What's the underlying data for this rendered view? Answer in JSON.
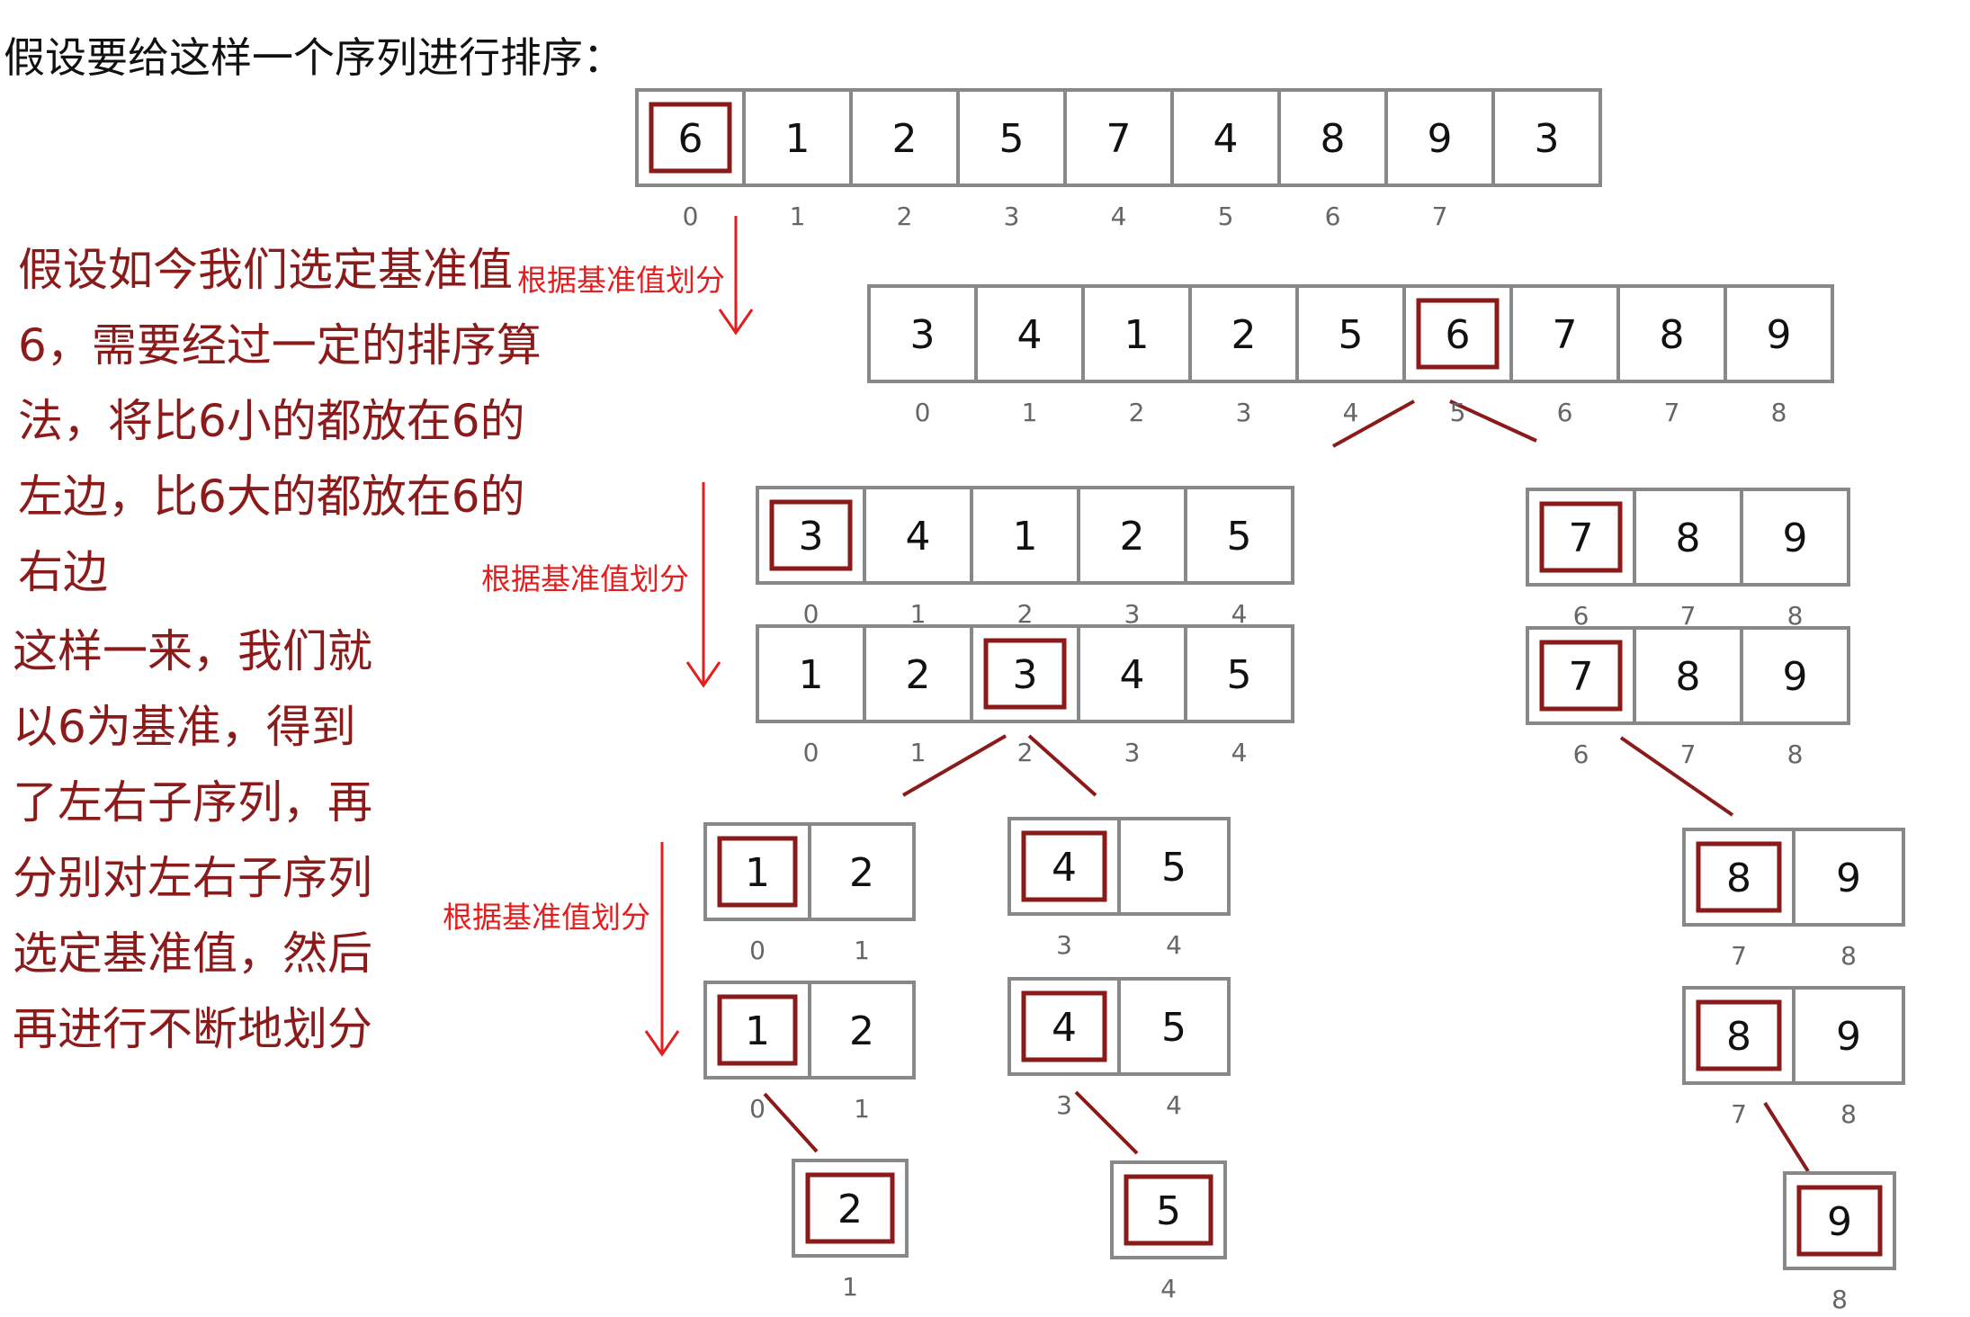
{
  "title": "假设要给这样一个序列进行排序：",
  "explanation": {
    "paragraph1_lines": [
      "假设如今我们选定基准值",
      "6，需要经过一定的排序算",
      "法，将比6小的都放在6的",
      "左边，比6大的都放在6的",
      "右边"
    ],
    "paragraph2_lines": [
      "这样一来，我们就",
      "以6为基准，得到",
      "了左右子序列，再",
      "分别对左右子序列",
      "选定基准值，然后",
      "再进行不断地划分"
    ]
  },
  "partition_label": "根据基准值划分",
  "colors": {
    "pivot_border": "#8b1a1a",
    "text_red": "#8b1a1a",
    "arrow_red": "#e41e1e",
    "box_border": "#888888",
    "index_text": "#666666"
  },
  "arrays": [
    {
      "id": "initial",
      "values": [
        "6",
        "1",
        "2",
        "5",
        "7",
        "4",
        "8",
        "9",
        "3"
      ],
      "indices": [
        "0",
        "1",
        "2",
        "3",
        "4",
        "5",
        "6",
        "7",
        ""
      ],
      "pivot": 0
    },
    {
      "id": "after-partition-6",
      "values": [
        "3",
        "4",
        "1",
        "2",
        "5",
        "6",
        "7",
        "8",
        "9"
      ],
      "indices": [
        "0",
        "1",
        "2",
        "3",
        "4",
        "5",
        "6",
        "7",
        "8"
      ],
      "pivot": 5
    },
    {
      "id": "left-sub",
      "values": [
        "3",
        "4",
        "1",
        "2",
        "5"
      ],
      "indices": [
        "0",
        "1",
        "2",
        "3",
        "4"
      ],
      "pivot": 0
    },
    {
      "id": "left-sub-partitioned",
      "values": [
        "1",
        "2",
        "3",
        "4",
        "5"
      ],
      "indices": [
        "0",
        "1",
        "2",
        "3",
        "4"
      ],
      "pivot": 2
    },
    {
      "id": "right-sub",
      "values": [
        "7",
        "8",
        "9"
      ],
      "indices": [
        "6",
        "7",
        "8"
      ],
      "pivot": 0
    },
    {
      "id": "right-sub-partitioned",
      "values": [
        "7",
        "8",
        "9"
      ],
      "indices": [
        "6",
        "7",
        "8"
      ],
      "pivot": 0
    },
    {
      "id": "left-left",
      "values": [
        "1",
        "2"
      ],
      "indices": [
        "0",
        "1"
      ],
      "pivot": 0
    },
    {
      "id": "left-left-partitioned",
      "values": [
        "1",
        "2"
      ],
      "indices": [
        "0",
        "1"
      ],
      "pivot": 0
    },
    {
      "id": "left-right",
      "values": [
        "4",
        "5"
      ],
      "indices": [
        "3",
        "4"
      ],
      "pivot": 0
    },
    {
      "id": "left-right-partitioned",
      "values": [
        "4",
        "5"
      ],
      "indices": [
        "3",
        "4"
      ],
      "pivot": 0
    },
    {
      "id": "right-right",
      "values": [
        "8",
        "9"
      ],
      "indices": [
        "7",
        "8"
      ],
      "pivot": 0
    },
    {
      "id": "right-right-partitioned",
      "values": [
        "8",
        "9"
      ],
      "indices": [
        "7",
        "8"
      ],
      "pivot": 0
    },
    {
      "id": "leaf-2",
      "values": [
        "2"
      ],
      "indices": [
        "1"
      ],
      "pivot": 0
    },
    {
      "id": "leaf-5",
      "values": [
        "5"
      ],
      "indices": [
        "4"
      ],
      "pivot": 0
    },
    {
      "id": "leaf-9",
      "values": [
        "9"
      ],
      "indices": [
        "8"
      ],
      "pivot": 0
    }
  ]
}
